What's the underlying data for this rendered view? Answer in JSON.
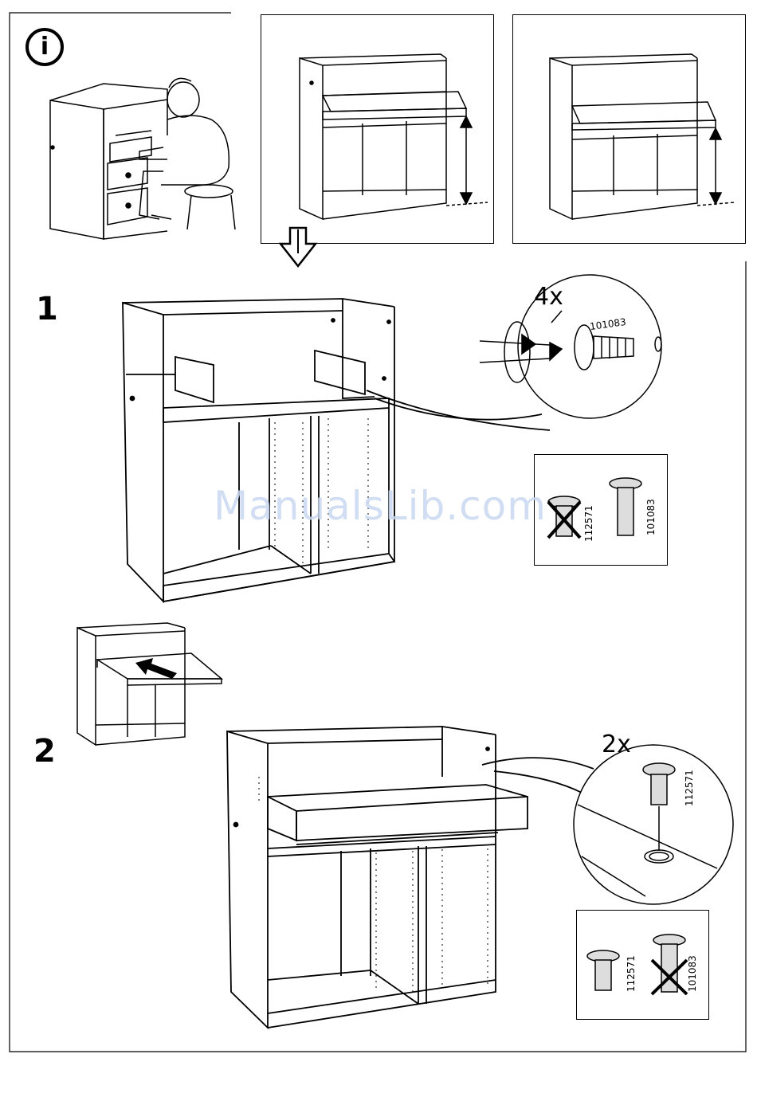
{
  "info_icon": {
    "glyph": "i"
  },
  "steps": [
    {
      "number": "1",
      "quantity": "4x",
      "screw_part": "101083"
    },
    {
      "number": "2",
      "quantity": "2x",
      "screw_part": "112571"
    }
  ],
  "step1_box": {
    "wrong_part": "112571",
    "right_part": "101083"
  },
  "step2_box": {
    "right_part": "112571",
    "wrong_part": "101083"
  },
  "watermark": {
    "text": "ManualsLib.com"
  }
}
